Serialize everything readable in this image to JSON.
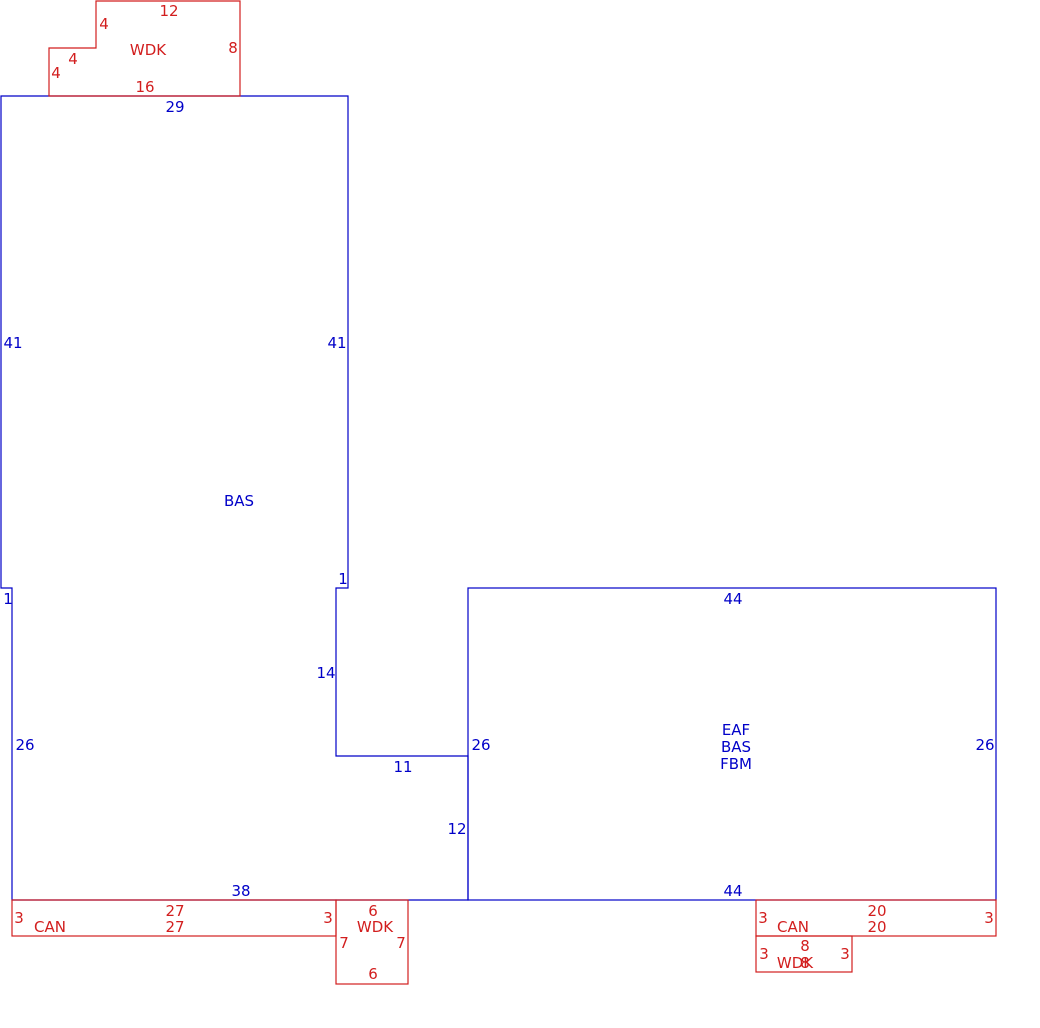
{
  "colors": {
    "main": "#0000c8",
    "addition": "#d21e1e",
    "background": "#ffffff"
  },
  "areas": {
    "bas_main": {
      "label": "BAS"
    },
    "eaf_bas_fbm": {
      "label_1": "EAF",
      "label_2": "BAS",
      "label_3": "FBM"
    },
    "wdk_top": {
      "label": "WDK"
    },
    "can_left": {
      "label": "CAN"
    },
    "wdk_bottom": {
      "label": "WDK"
    },
    "can_right": {
      "label": "CAN"
    },
    "wdk_small": {
      "label": "WDK"
    }
  },
  "dimensions": {
    "bas_top": "29",
    "bas_left_upper": "41",
    "bas_right_upper": "41",
    "bas_step_right": "1",
    "bas_step_left": "1",
    "bas_notch_vertical": "14",
    "bas_left_lower": "26",
    "bas_notch_horizontal": "11",
    "bas_lower_right": "12",
    "bas_bottom": "38",
    "eaf_top": "44",
    "eaf_left": "26",
    "eaf_right": "26",
    "eaf_bottom": "44",
    "wdk_top_top": "12",
    "wdk_top_right": "8",
    "wdk_top_bottom": "16",
    "wdk_top_step_v1": "4",
    "wdk_top_step_h": "4",
    "wdk_top_step_v2": "4",
    "can_left_top": "27",
    "can_left_bottom": "27",
    "can_left_left": "3",
    "can_left_right": "3",
    "wdk_bottom_top": "6",
    "wdk_bottom_left": "7",
    "wdk_bottom_right": "7",
    "wdk_bottom_bottom": "6",
    "can_right_top": "20",
    "can_right_bottom": "20",
    "can_right_left": "3",
    "can_right_right": "3",
    "wdk_small_top": "8",
    "wdk_small_bottom": "8",
    "wdk_small_left": "3",
    "wdk_small_right": "3"
  }
}
